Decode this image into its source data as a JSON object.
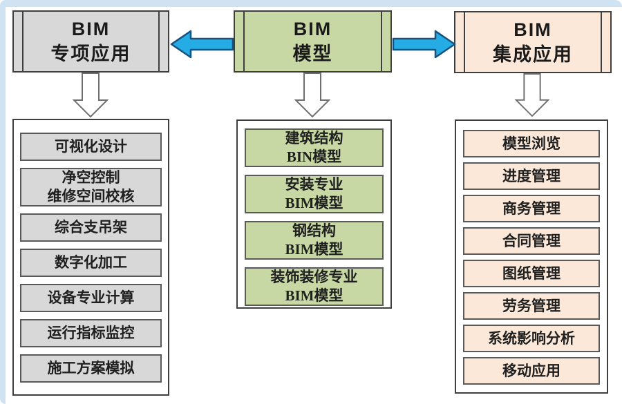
{
  "colors": {
    "frame_blue": "#cfe3f3",
    "left_fill": "#d8d8d8",
    "center_fill": "#c8d8a4",
    "right_fill": "#fbe8d8",
    "blue_arrow_fill": "#25ace4",
    "blue_arrow_stroke": "#17527e",
    "down_arrow_stroke": "#6e6e6e",
    "box_border": "#3f3f3f",
    "text": "#1a1a1a"
  },
  "diagram": {
    "left": {
      "title": "BIM\n专项应用",
      "items": [
        "可视化设计",
        "净空控制\n维修空间校核",
        "综合支吊架",
        "数字化加工",
        "设备专业计算",
        "运行指标监控",
        "施工方案模拟"
      ]
    },
    "center": {
      "title": "BIM\n模型",
      "items": [
        "建筑结构\nBIN模型",
        "安装专业\nBIM模型",
        "钢结构\nBIM模型",
        "装饰装修专业\nBIM模型"
      ]
    },
    "right": {
      "title": "BIM\n集成应用",
      "items": [
        "模型浏览",
        "进度管理",
        "商务管理",
        "合同管理",
        "图纸管理",
        "劳务管理",
        "系统影响分析",
        "移动应用"
      ]
    }
  }
}
